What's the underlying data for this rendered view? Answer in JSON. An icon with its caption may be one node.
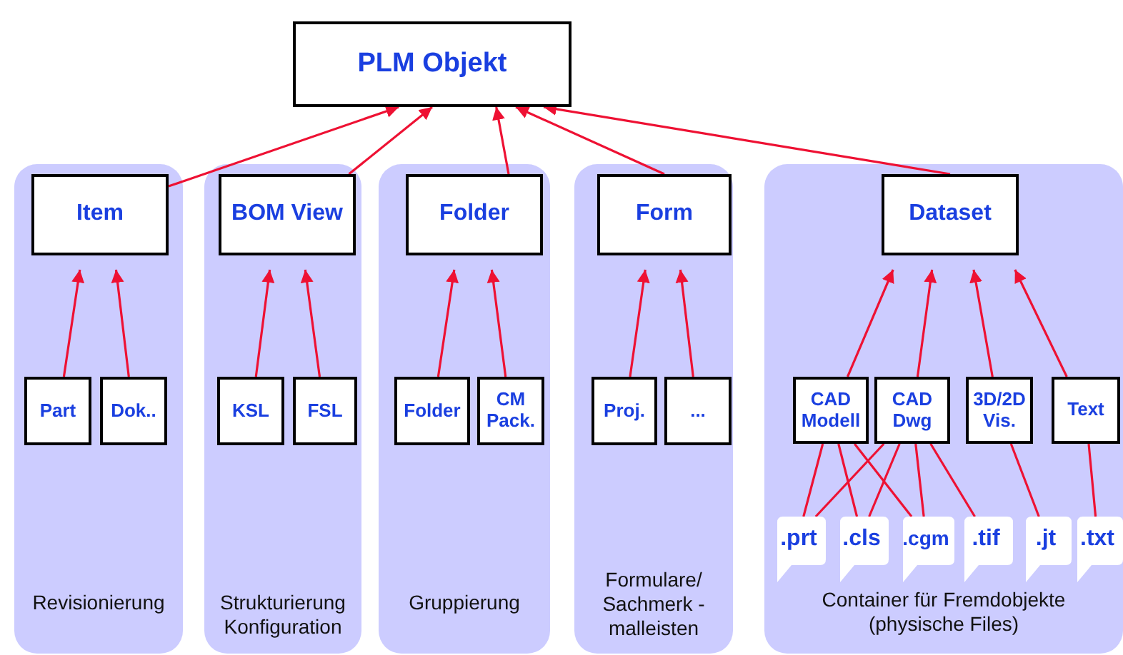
{
  "diagram": {
    "nodes": [
      {
        "text": [
          "PLM Objekt"
        ]
      },
      {
        "text": [
          "Revisionierung"
        ]
      },
      {
        "text": [
          "Item"
        ],
        "in": 1
      },
      {
        "text": [
          "Part"
        ],
        "in": 1
      },
      {
        "text": [
          "Dok.."
        ],
        "in": 1
      },
      {
        "text": [
          "Strukturierung Konfiguration"
        ]
      },
      {
        "text": [
          "BOM View"
        ],
        "in": 5
      },
      {
        "text": [
          "KSL"
        ],
        "in": 5
      },
      {
        "text": [
          "FSL"
        ],
        "in": 5
      },
      {
        "text": [
          "Gruppierung"
        ]
      },
      {
        "text": [
          "Folder"
        ],
        "in": 9
      },
      {
        "text": [
          "Folder"
        ],
        "in": 9
      },
      {
        "text": [
          "CM Pack."
        ],
        "in": 9
      },
      {
        "text": [
          "Formulare/ Sachmerk - malleisten"
        ]
      },
      {
        "text": [
          "Form"
        ],
        "in": 13
      },
      {
        "text": [
          "Proj."
        ],
        "in": 13
      },
      {
        "text": [
          "..."
        ],
        "in": 13
      },
      {
        "text": [
          "Container für Fremdobjekte (physische Files)"
        ]
      },
      {
        "text": [
          "Dataset"
        ],
        "in": 17
      },
      {
        "text": [
          "CAD Modell"
        ],
        "in": 17
      },
      {
        "text": [
          "CAD Dwg"
        ],
        "in": 17
      },
      {
        "text": [
          "3D/2D Vis."
        ],
        "in": 17
      },
      {
        "text": [
          "Text"
        ],
        "in": 17
      },
      {
        "text": [
          ".prt"
        ],
        "in": 17
      },
      {
        "text": [
          ".cls"
        ],
        "in": 17
      },
      {
        "text": [
          ".cgm"
        ],
        "in": 17
      },
      {
        "text": [
          ".tif"
        ],
        "in": 17
      },
      {
        "text": [
          ".jt"
        ],
        "in": 17
      },
      {
        "text": [
          ".txt"
        ],
        "in": 17
      }
    ],
    "edges": [
      {
        "from": 2,
        "to": 0,
        "arrow": "to"
      },
      {
        "from": 6,
        "to": 0,
        "arrow": "to"
      },
      {
        "from": 10,
        "to": 0,
        "arrow": "to"
      },
      {
        "from": 14,
        "to": 0,
        "arrow": "to"
      },
      {
        "from": 18,
        "to": 0,
        "arrow": "to"
      },
      {
        "from": 3,
        "to": 2,
        "arrow": "to"
      },
      {
        "from": 4,
        "to": 2,
        "arrow": "to"
      },
      {
        "from": 7,
        "to": 6,
        "arrow": "to"
      },
      {
        "from": 8,
        "to": 6,
        "arrow": "to"
      },
      {
        "from": 11,
        "to": 10,
        "arrow": "to"
      },
      {
        "from": 12,
        "to": 10,
        "arrow": "to"
      },
      {
        "from": 15,
        "to": 14,
        "arrow": "to"
      },
      {
        "from": 16,
        "to": 14,
        "arrow": "to"
      },
      {
        "from": 19,
        "to": 18,
        "arrow": "to"
      },
      {
        "from": 20,
        "to": 18,
        "arrow": "to"
      },
      {
        "from": 21,
        "to": 18,
        "arrow": "to"
      },
      {
        "from": 22,
        "to": 18,
        "arrow": "to"
      },
      {
        "from": 19,
        "to": 23,
        "arrow": "none"
      },
      {
        "from": 19,
        "to": 24,
        "arrow": "none"
      },
      {
        "from": 19,
        "to": 25,
        "arrow": "none"
      },
      {
        "from": 20,
        "to": 23,
        "arrow": "none"
      },
      {
        "from": 20,
        "to": 24,
        "arrow": "none"
      },
      {
        "from": 20,
        "to": 25,
        "arrow": "none"
      },
      {
        "from": 20,
        "to": 26,
        "arrow": "none"
      },
      {
        "from": 21,
        "to": 27,
        "arrow": "none"
      },
      {
        "from": 22,
        "to": 28,
        "arrow": "none"
      }
    ]
  }
}
